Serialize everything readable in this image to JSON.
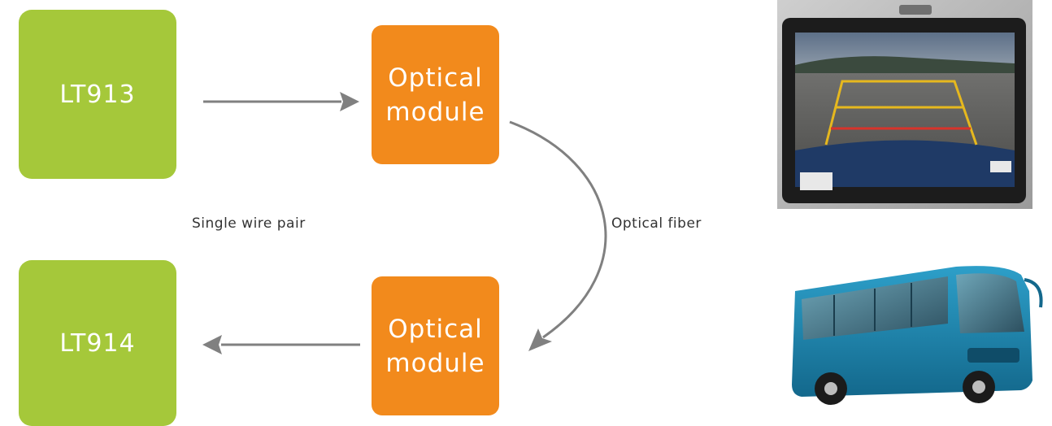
{
  "colors": {
    "node_green": "#a5c83a",
    "node_orange": "#f28a1c",
    "arrow": "#808080"
  },
  "nodes": {
    "lt913": "LT913",
    "lt914": "LT914",
    "optical_module_top": [
      "Optical",
      "module"
    ],
    "optical_module_bottom": [
      "Optical",
      "module"
    ]
  },
  "labels": {
    "wire": "Single wire pair",
    "fiber": "Optical fiber"
  },
  "images": {
    "top": "rear-view-camera-display",
    "bottom": "blue-coach-bus"
  }
}
